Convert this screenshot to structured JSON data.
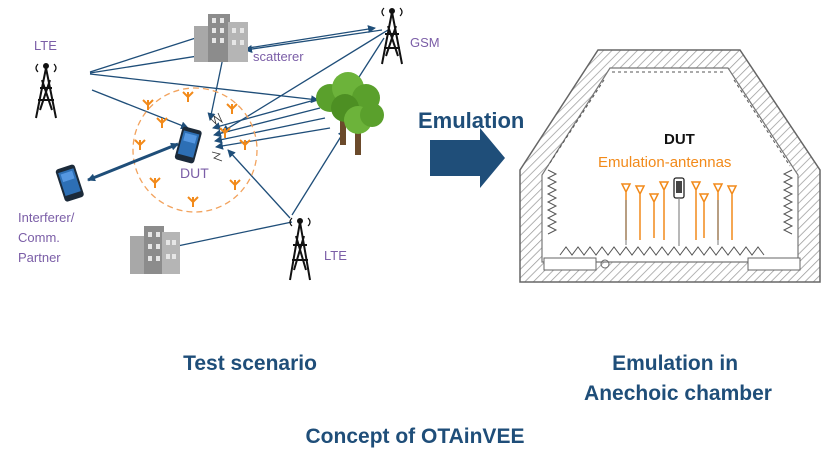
{
  "scenario": {
    "lte_top_label": "LTE",
    "scatterer_label": "scatterer",
    "gsm_label": "GSM",
    "dut_label": "DUT",
    "interferer_lines": [
      "Interferer/",
      "Comm.",
      "Partner"
    ],
    "lte_bottom_label": "LTE",
    "caption": "Test scenario"
  },
  "emulation": {
    "arrow_label": "Emulation"
  },
  "chamber": {
    "dut_label": "DUT",
    "antennas_label": "Emulation-antennas",
    "caption_lines": [
      "Emulation in",
      "Anechoic chamber"
    ]
  },
  "footer": {
    "title": "Concept of OTAinVEE"
  },
  "colors": {
    "title_blue": "#1f4e79",
    "label_purple": "#7b5ea7",
    "antenna_orange": "#f28a1a",
    "tree_green": "#5aa02c",
    "arrow_navy": "#1f4e79"
  }
}
